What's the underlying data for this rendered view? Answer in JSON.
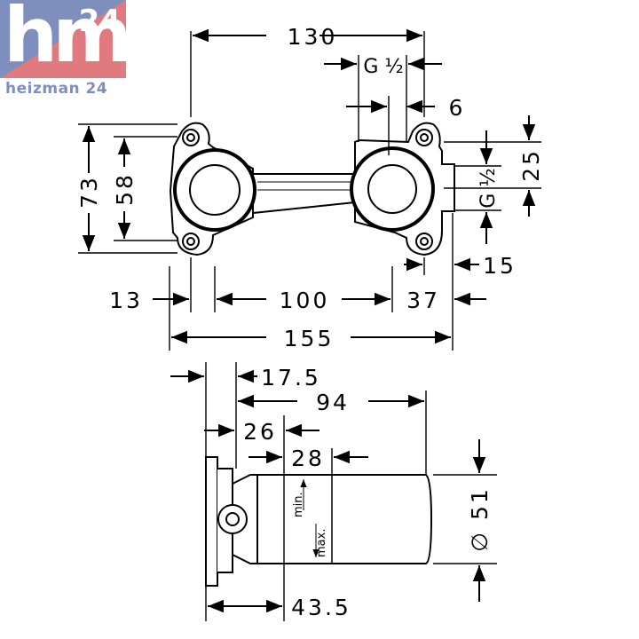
{
  "logo": {
    "mark": "hm",
    "number": "24",
    "brand": "heizman 24"
  },
  "dimensions": {
    "top_width": "130",
    "thread_top": "G ½",
    "offset_6": "6",
    "height_73": "73",
    "height_58": "58",
    "height_25": "25",
    "thread_side": "G ½",
    "side_15": "15",
    "left_13": "13",
    "center_100": "100",
    "right_37": "37",
    "total_155": "155",
    "depth_17_5": "17.5",
    "depth_94": "94",
    "depth_26": "26",
    "depth_28": "28",
    "diameter_51": "∅ 51",
    "depth_43_5": "43.5",
    "min_label": "min.",
    "max_label": "max."
  }
}
